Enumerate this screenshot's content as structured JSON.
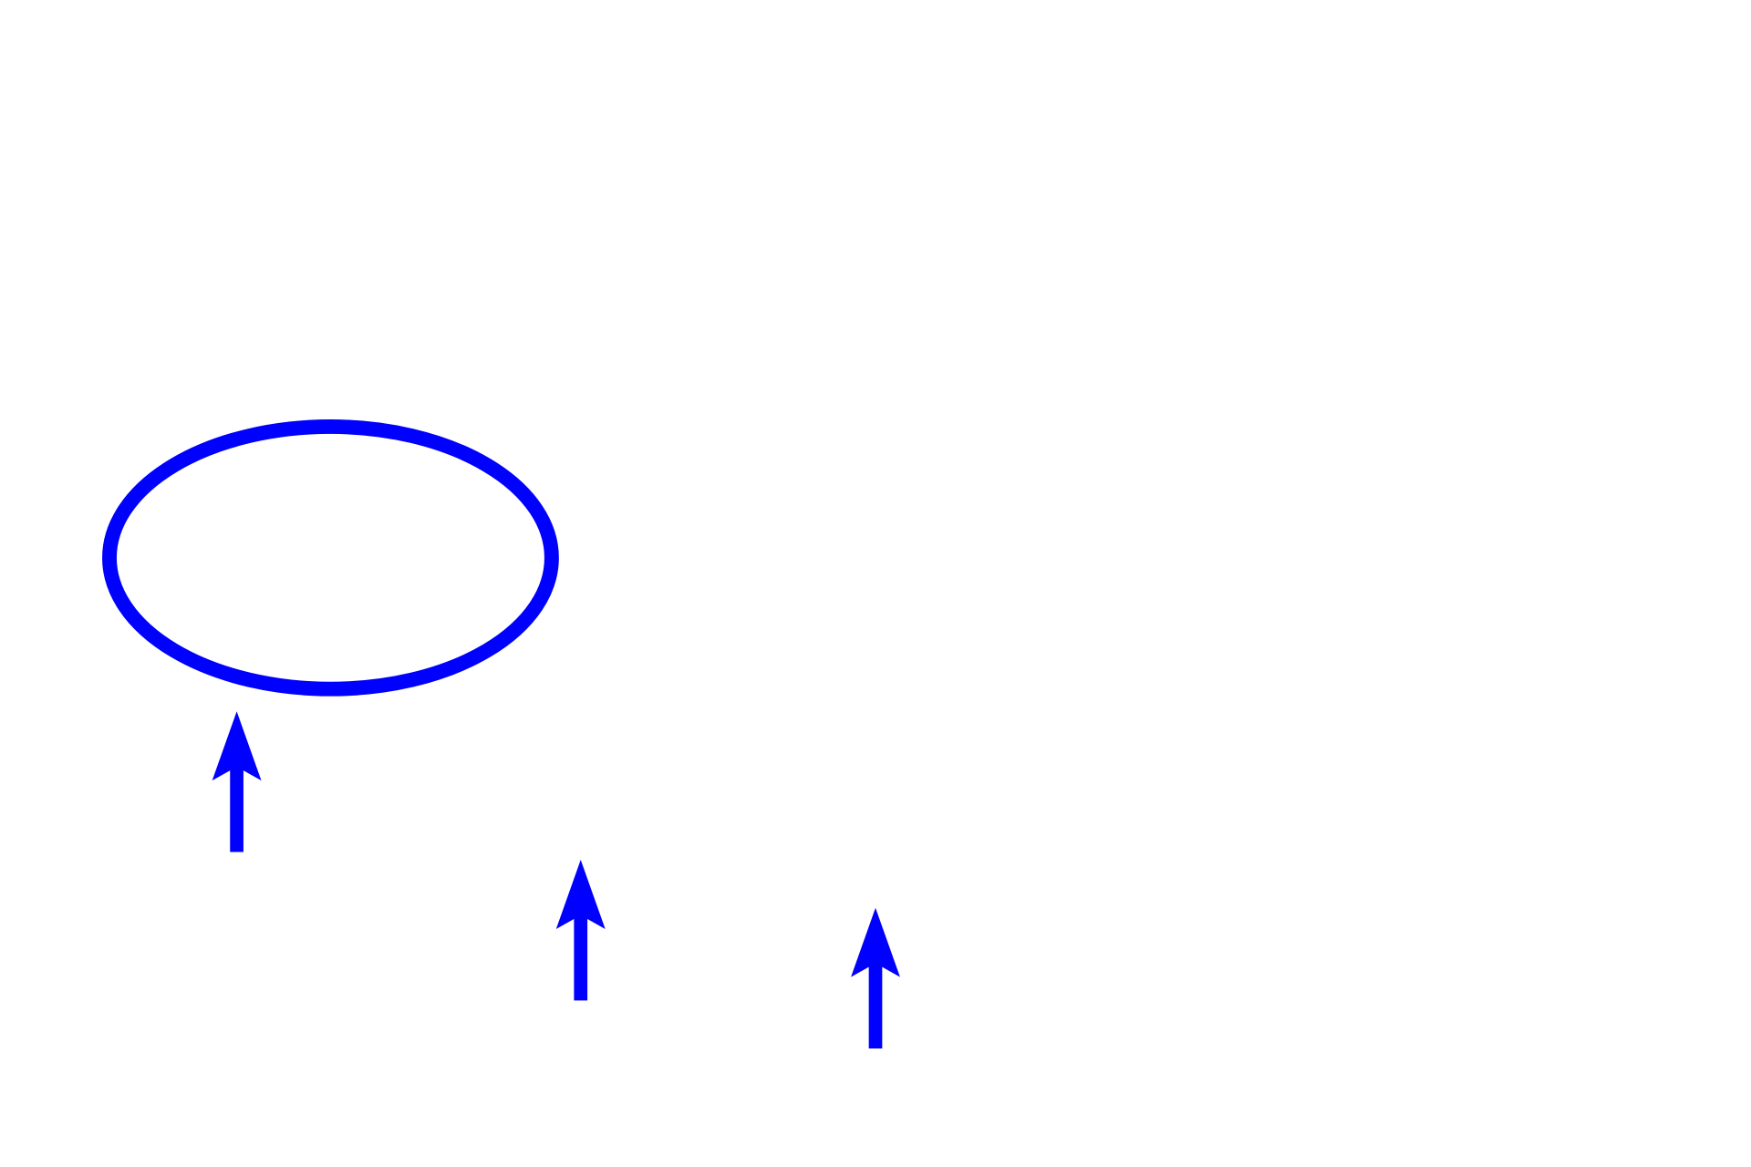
{
  "diagram": {
    "stroke_color": "#0000ff",
    "background_color": "#ffffff",
    "shapes": [
      {
        "kind": "ellipse",
        "name": "ellipse-outline"
      },
      {
        "kind": "arrow",
        "direction": "up",
        "name": "arrow-up-1"
      },
      {
        "kind": "arrow",
        "direction": "up",
        "name": "arrow-up-2"
      },
      {
        "kind": "arrow",
        "direction": "up",
        "name": "arrow-up-3"
      }
    ]
  }
}
